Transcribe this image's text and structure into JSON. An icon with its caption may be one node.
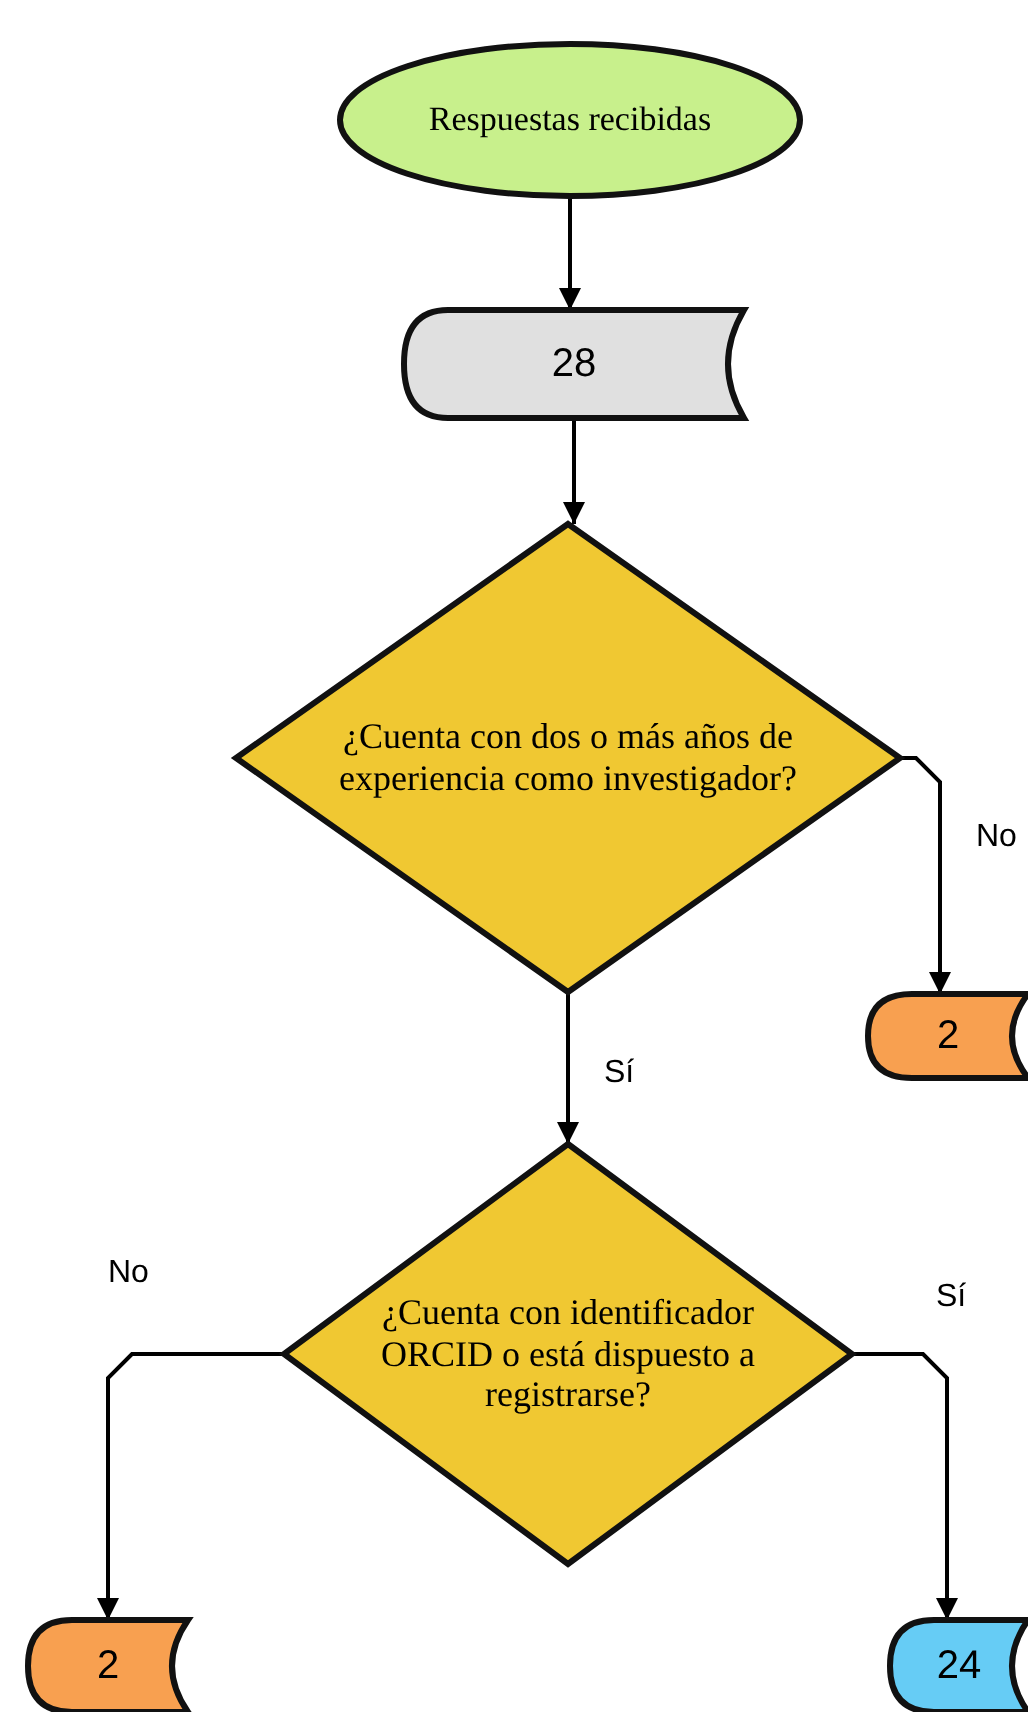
{
  "diagram": {
    "nodes": [
      {
        "text": [
          "Respuestas recibidas"
        ]
      },
      {
        "text": [
          "28"
        ]
      },
      {
        "text": [
          "¿Cuenta con dos o más años de experiencia como investigador?"
        ]
      },
      {
        "text": [
          "2"
        ]
      },
      {
        "text": [
          "¿Cuenta con identificador ORCID o está dispuesto a registrarse?"
        ]
      },
      {
        "text": [
          "2"
        ]
      },
      {
        "text": [
          "24"
        ]
      }
    ],
    "edges": [
      {
        "from": 0,
        "to": 1,
        "arrow": "to"
      },
      {
        "from": 1,
        "to": 2,
        "arrow": "to"
      },
      {
        "from": 2,
        "to": 4,
        "arrow": "to",
        "label": "Sí"
      },
      {
        "from": 2,
        "to": 3,
        "arrow": "to",
        "label": "No"
      },
      {
        "from": 4,
        "to": 5,
        "arrow": "to",
        "label": "No"
      },
      {
        "from": 4,
        "to": 6,
        "arrow": "to",
        "label": "Sí"
      }
    ]
  }
}
